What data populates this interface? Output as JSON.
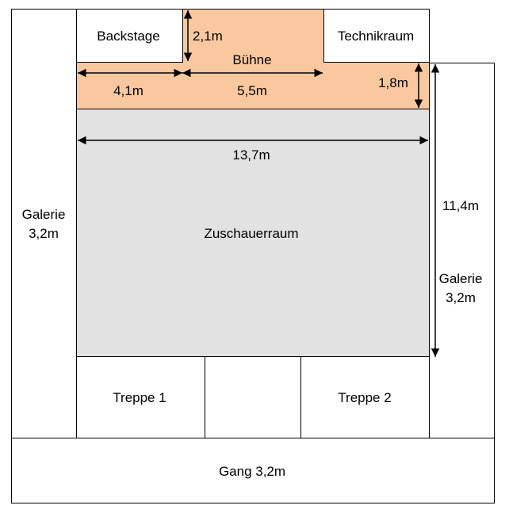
{
  "rooms": {
    "backstage": "Backstage",
    "technikraum": "Technikraum",
    "buehne": "Bühne",
    "zuschauerraum": "Zuschauerraum",
    "treppe1": "Treppe 1",
    "treppe2": "Treppe 2",
    "gang": "Gang 3,2m",
    "galerie_left_1": "Galerie",
    "galerie_left_2": "3,2m",
    "galerie_right_1": "Galerie",
    "galerie_right_2": "3,2m"
  },
  "dimensions": {
    "stage_depth_upper": "2,1m",
    "stage_left_width": "4,1m",
    "stage_center_width": "5,5m",
    "stage_depth_lower": "1,8m",
    "hall_width": "13,7m",
    "hall_depth": "11,4m"
  },
  "colors": {
    "stage": "#fac89f",
    "hall": "#e2e2e2",
    "line": "#000000",
    "background": "#ffffff"
  }
}
